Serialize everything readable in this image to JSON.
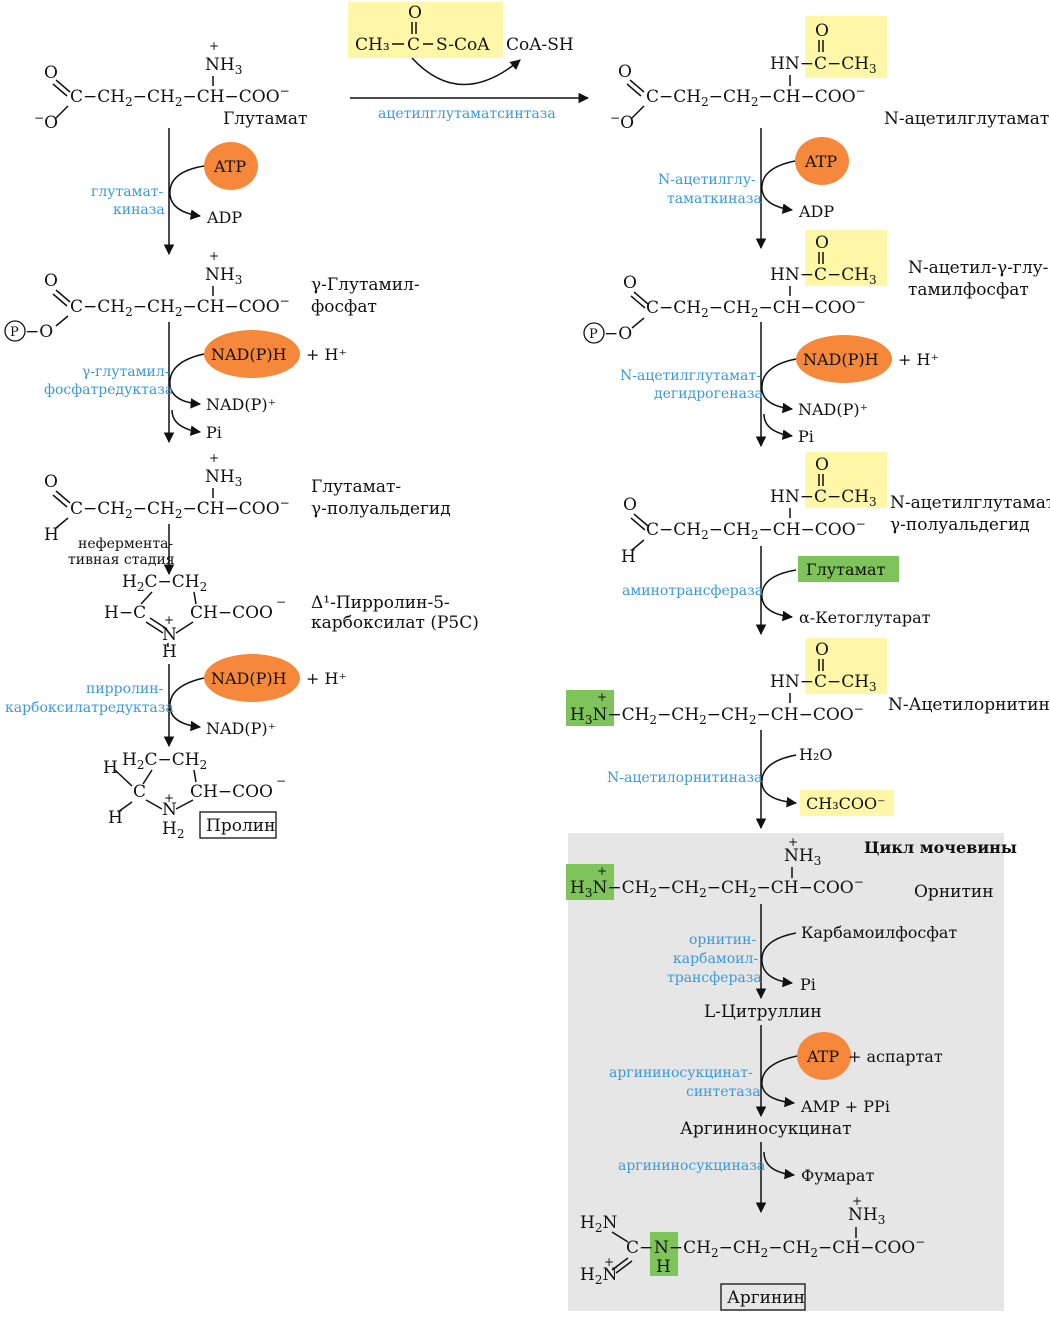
{
  "left_pathway": {
    "glutamate": "Глутамат",
    "gamma_glutamyl_phosphate": [
      "γ-Глутамил-",
      "фосфат"
    ],
    "glutamate_semialdehyde": [
      "Глутамат-",
      "γ-полуальдегид"
    ],
    "p5c": [
      "Δ¹-Пирролин-5-",
      "карбоксилат (P5C)"
    ],
    "proline": "Пролин",
    "enzymes": {
      "glutamate_kinase": [
        "глутамат-",
        "киназа"
      ],
      "gamma_glutamyl_phosphate_reductase": [
        "γ-глутамил-",
        "фосфатредуктаза"
      ],
      "non_enzymatic": [
        "нефермента-",
        "тивная стадия"
      ],
      "pyrroline_carboxylate_reductase": [
        "пирролин-",
        "карбоксилатредуктаза"
      ]
    }
  },
  "top_reaction": {
    "acetyl_coa": [
      "CH₃",
      "C",
      "S-CoA"
    ],
    "coa_sh": "CoA-SH",
    "enzyme": "ацетилглутаматсинтаза"
  },
  "right_pathway": {
    "n_acetylglutamate": "N-ацетилглутамат",
    "n_acetyl_gamma_glutamyl_phosphate": [
      "N-ацетил-γ-глу-",
      "тамилфосфат"
    ],
    "n_acetylglutamate_semialdehyde": [
      "N-ацетилглутамат-",
      "γ-полуальдегид"
    ],
    "n_acetylornithine": "N-Ацетилорнитин",
    "enzymes": {
      "n_acetylglutamate_kinase": [
        "N-ацетилглу-",
        "таматкиназа"
      ],
      "n_acetylglutamate_dehydrogenase": [
        "N-ацетилглутамат-",
        "дегидрогеназа"
      ],
      "aminotransferase": "аминотрансфераза",
      "n_acetylornithinase": "N-ацетилорнитиназа"
    },
    "cosubstrates": {
      "glutamate": "Глутамат",
      "alpha_ketoglutarate": "α-Кетоглутарат",
      "water": "H₂O",
      "acetate": "CH₃COO⁻"
    }
  },
  "urea_cycle": {
    "title": "Цикл мочевины",
    "ornithine": "Орнитин",
    "carbamoyl_phosphate": "Карбамоилфосфат",
    "pi": "Pi",
    "citrulline": "L-Цитруллин",
    "atp_aspartate": "+ аспартат",
    "amp_ppi": "AMP + PPi",
    "argininosuccinate": "Аргининосукцинат",
    "fumarate": "Фумарат",
    "arginine": "Аргинин",
    "enzymes": {
      "ornithine_carbamoyltransferase": [
        "орнитин-",
        "карбамоил-",
        "трансфераза"
      ],
      "argininosuccinate_synthetase": [
        "аргининосукцинат-",
        "синтетаза"
      ],
      "argininosuccinase": "аргининосукциназа"
    }
  },
  "cofactors": {
    "atp": "ATP",
    "adp": "ADP",
    "nadph": "NAD(P)H",
    "nadp": "NAD(P)⁺",
    "h_plus": "+ H⁺",
    "pi": "Pi"
  },
  "colors": {
    "enzyme_text": "#3a9ad9",
    "cofactor_ellipse": "#f5883a",
    "acetyl_highlight": "#fff7a8",
    "amino_highlight": "#7fc45a",
    "urea_cycle_panel": "#e6e6e6"
  }
}
